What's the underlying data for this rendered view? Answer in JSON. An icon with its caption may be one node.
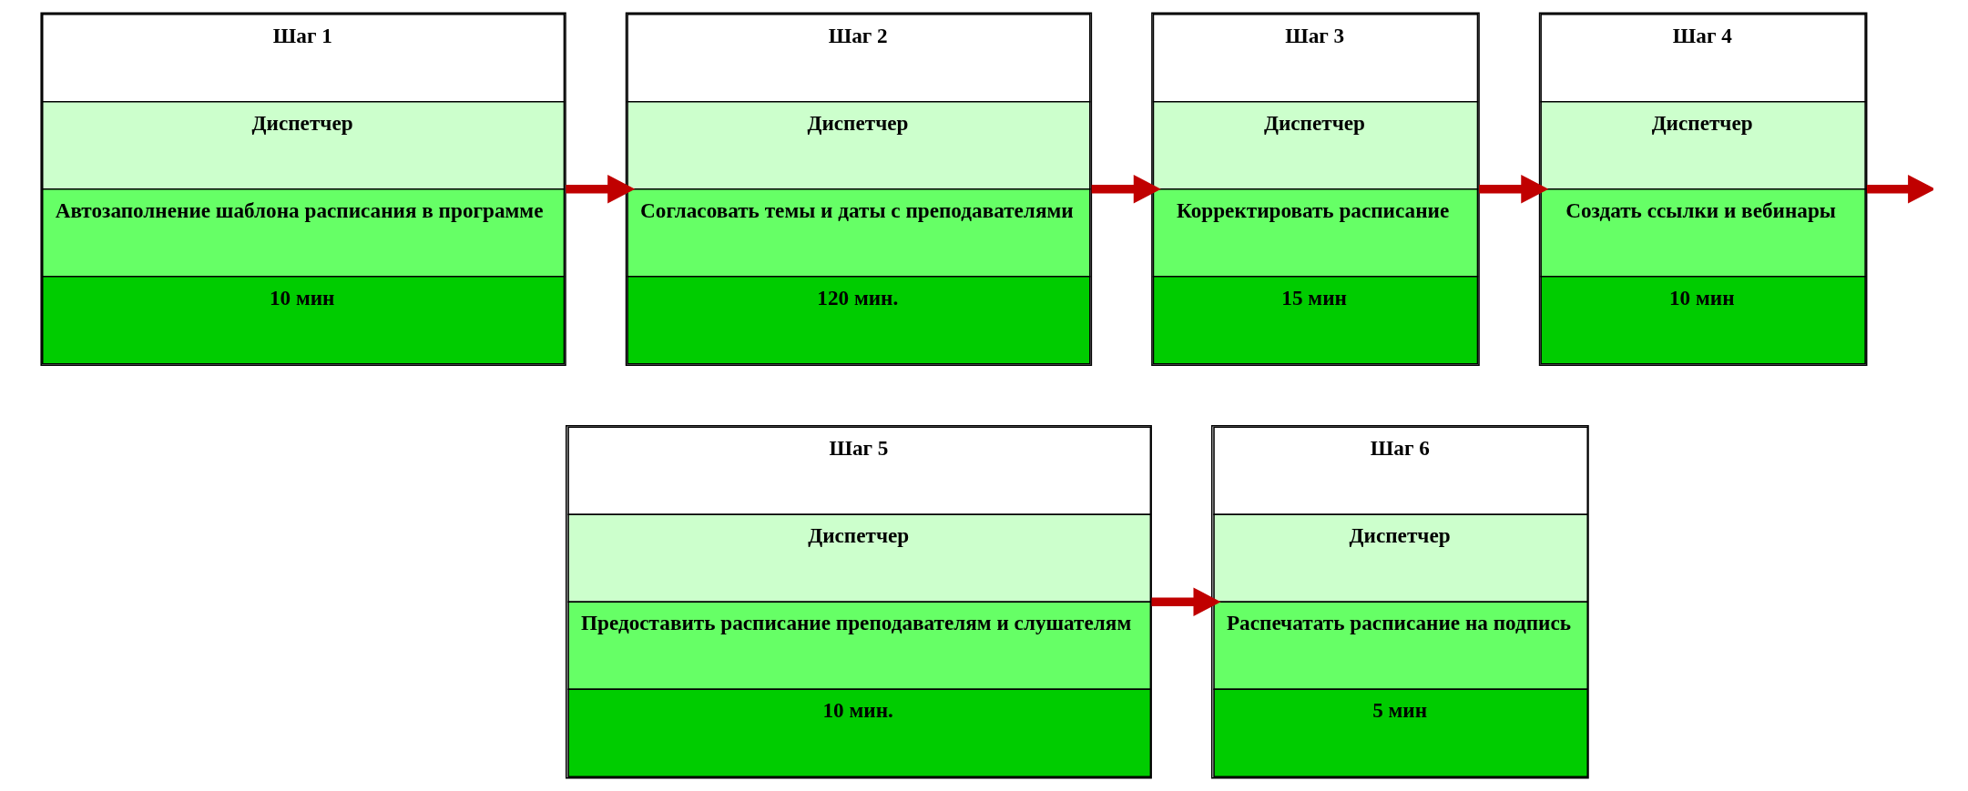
{
  "diagram": {
    "nodes": [
      {
        "text": [
          "Шаг 1",
          "Диспетчер",
          "Автозаполнение шаблона расписания в программе",
          "10 мин"
        ]
      },
      {
        "text": [
          "Шаг 2",
          "Диспетчер",
          "Согласовать темы и даты с преподавателями",
          "120 мин."
        ]
      },
      {
        "text": [
          "Шаг 3",
          "Диспетчер",
          "Корректировать расписание",
          "15 мин"
        ]
      },
      {
        "text": [
          "Шаг 4",
          "Диспетчер",
          "Создать ссылки и вебинары",
          "10 мин"
        ]
      },
      {
        "text": [
          "Шаг 5",
          "Диспетчер",
          "Предоставить расписание преподавателям и слушателям",
          "10 мин."
        ]
      },
      {
        "text": [
          "Шаг 6",
          "Диспетчер",
          "Распечатать расписание на подпись",
          "5 мин"
        ]
      }
    ],
    "edges": [
      {
        "from": 0,
        "to": 1,
        "arrow": "to"
      },
      {
        "from": 1,
        "to": 2,
        "arrow": "to"
      },
      {
        "from": 2,
        "to": 3,
        "arrow": "to"
      },
      {
        "from": 3,
        "to": null,
        "arrow": "to"
      },
      {
        "from": 4,
        "to": 5,
        "arrow": "to"
      }
    ]
  }
}
